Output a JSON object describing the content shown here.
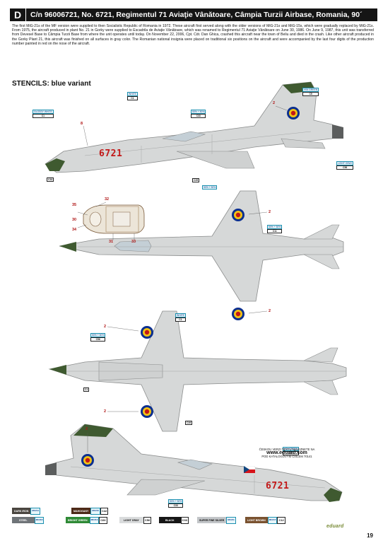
{
  "header": {
    "letter": "D",
    "title": "C/n 96006721, No. 6721, Regimentul 71 Aviaţie Vânătoare, Câmpia Turzii Airbase, Romania, 90´"
  },
  "description": "The first MiG-21s of the MF version were supplied to then Socialistic Republic of Romania in 1972. These aircraft first served along with the older versions of MiG-21s and MiG-15s, which were gradually replaced by MiG-21s. From 1975, the aircraft produced in plant No. 21 in Gorky were supplied to Escadrila de Aviaţie Vânătoare, which was renamed to Regimentul 71 Aviaţie Vânătoare on June 30, 1986. On June 9, 1987, this unit was transferred from Devesel Base to Câmpia Turzii Base from where the unit operates until today. On November 22, 2006, Cpt. Cdr. Dan Ghica, crashed this aircraft near the town of Beliu and died in the crash. Like other aircraft produced in the Gorky Plant 21, this aircraft was finished on all surfaces in gray color. The Romanian national insignia were placed on traditional six positions on the aircraft and were accompanied by the last four digits of the production number painted in red on the nose of the aircraft.",
  "stencils_title": "STENCILS: blue variant",
  "aircraft_number": "6721",
  "aircraft_number_lower": "6721",
  "marking_labels": {
    "n2": "2",
    "n8": "8",
    "n30": "30",
    "n31": "31",
    "n32": "32",
    "n33": "33",
    "n34": "34",
    "n35": "35"
  },
  "tags": {
    "t1_box": "GLOSSY WHITE",
    "t1_code": "C1",
    "t2_box": "WHITE",
    "t2_code": "C1",
    "t3_box": "H94 GREEN",
    "t3_code": "C5",
    "t4_box": "50% + 50%",
    "t4_code": "C33",
    "t5_code": "C33",
    "t6_code": "C29",
    "t7_box": "50% + 50%",
    "t8_box": "LIGHT GRAY",
    "t8_code": "C56",
    "t9_box": "50% + 50%",
    "t9_code": "C11",
    "t10_box": "50% + 50%",
    "t10_code": "C56",
    "t11_box": "WHITE",
    "t11_code": "C1",
    "t12_box": "H94 GREEN",
    "t12_code": "C33",
    "t13_box": "50% + 50%",
    "t13_code": "C33",
    "t14_code": "C1",
    "t15_code": "C49"
  },
  "eduard_note": {
    "line1": "ČESKOU VERZI TEXTU NALEZNETE NA",
    "url": "www.eduard.com",
    "line2": "POD KATALOGOVÝM ČÍSLEM 70141"
  },
  "palette": [
    {
      "name": "DARK IRON",
      "code1": "MC214",
      "code2": "",
      "color": "#4a4640",
      "text": "#ffffff"
    },
    {
      "name": "MAHOGANY",
      "code1": "MC215",
      "code2": "C42",
      "color": "#4d2a18",
      "text": "#ffffff"
    },
    {
      "name": "STEEL",
      "code1": "MC218",
      "code2": "",
      "color": "#6f7478",
      "text": "#ffffff"
    },
    {
      "name": "BRIGHT GREEN",
      "code1": "MC213",
      "code2": "C66",
      "color": "#2f8a36",
      "text": "#ffffff"
    },
    {
      "name": "LIGHT GRAY",
      "code1": "C56",
      "code2": "",
      "color": "#d9dbdc",
      "text": "#111111"
    },
    {
      "name": "BLACK",
      "code1": "C33",
      "code2": "",
      "color": "#161616",
      "text": "#ffffff"
    },
    {
      "name": "SUPER FINE SILVER",
      "code1": "MC211",
      "code2": "",
      "color": "#c2c5c8",
      "text": "#111111"
    },
    {
      "name": "LIGHT BROWN",
      "code1": "MC217",
      "code2": "C12",
      "color": "#7a5230",
      "text": "#ffffff"
    }
  ],
  "page_number": "19",
  "logo_text": "eduard",
  "colors": {
    "aircraft_gray": "#d6d8d8",
    "panel_line": "#9a9c9c",
    "insignia_blue": "#0b2f8f",
    "insignia_yellow": "#f2c316",
    "insignia_red": "#c21818",
    "radome_green": "#3f5a30",
    "number_red": "#c21818"
  }
}
